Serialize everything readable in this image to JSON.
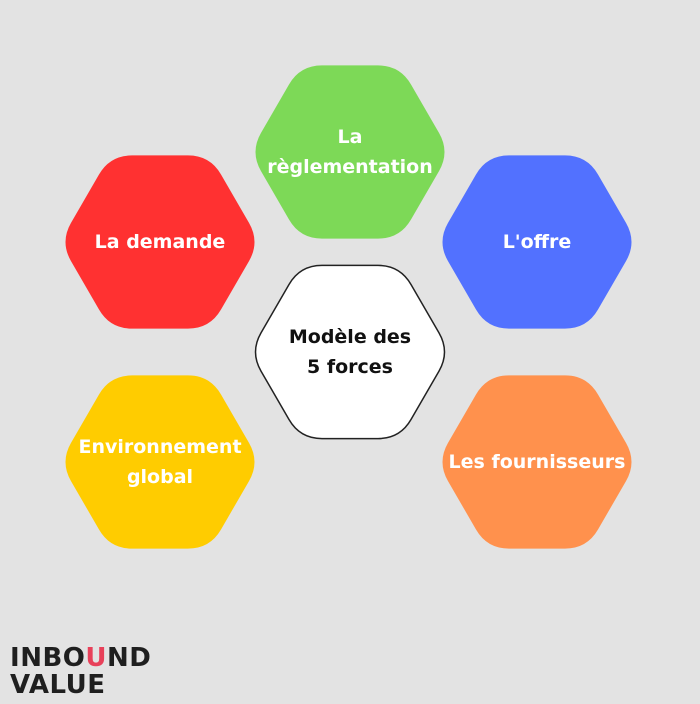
{
  "hexagons": [
    {
      "id": "reglementation",
      "lines": [
        "La",
        "règlementation"
      ],
      "fill": "#7dd957",
      "text_color": "#ffffff"
    },
    {
      "id": "demande",
      "lines": [
        "La demande"
      ],
      "fill": "#ff3131",
      "text_color": "#ffffff"
    },
    {
      "id": "offre",
      "lines": [
        "L'offre"
      ],
      "fill": "#5271ff",
      "text_color": "#ffffff"
    },
    {
      "id": "center",
      "lines": [
        "Modèle des",
        "5 forces"
      ],
      "fill": "#ffffff",
      "text_color": "#111111",
      "stroke": "#222222"
    },
    {
      "id": "environnement",
      "lines": [
        "Environnement",
        "global"
      ],
      "fill": "#ffcc00",
      "text_color": "#ffffff"
    },
    {
      "id": "fournisseurs",
      "lines": [
        "Les fournisseurs"
      ],
      "fill": "#ff914d",
      "text_color": "#ffffff"
    }
  ],
  "logo": {
    "line1": "INBOUND",
    "line2": "VALUE",
    "accent_color": "#e8415a"
  }
}
